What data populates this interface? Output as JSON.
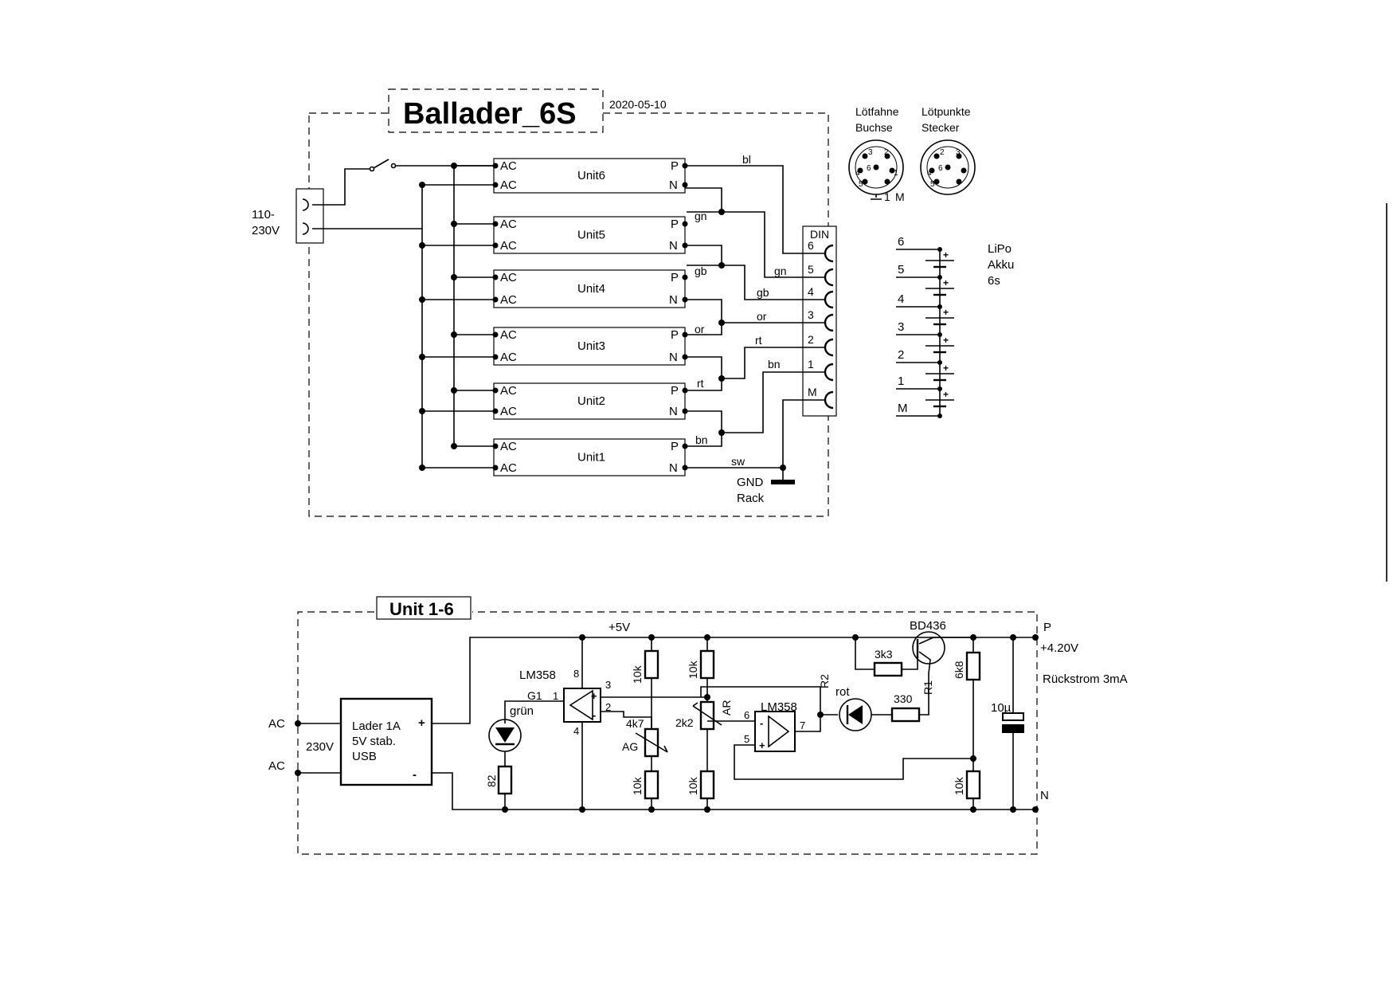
{
  "top": {
    "title": "Ballader_6S",
    "date": "2020-05-10",
    "mains_label_1": "110-",
    "mains_label_2": "230V",
    "units": [
      "Unit6",
      "Unit5",
      "Unit4",
      "Unit3",
      "Unit2",
      "Unit1"
    ],
    "pin_ac": "AC",
    "pin_p": "P",
    "pin_n": "N",
    "wire_colors": {
      "bl": "bl",
      "gn_a": "gn",
      "gn_b": "gn",
      "gb_a": "gb",
      "gb_b": "gb",
      "or_a": "or",
      "or_b": "or",
      "rt_a": "rt",
      "rt_b": "rt",
      "bn_a": "bn",
      "bn_b": "bn",
      "sw": "sw"
    },
    "din_title": "DIN",
    "din_pins": [
      "6",
      "5",
      "4",
      "3",
      "2",
      "1",
      "M"
    ],
    "gnd_1": "GND",
    "gnd_2": "Rack",
    "connector_left_1": "Lötfahne",
    "connector_left_2": "Buchse",
    "connector_right_1": "Lötpunkte",
    "connector_right_2": "Stecker",
    "connector_left_pins": [
      "3",
      "2",
      "6",
      "4",
      "5",
      "1",
      "1",
      "M"
    ],
    "connector_right_pins": [
      "2",
      "3",
      "6",
      "4",
      "5"
    ],
    "battery_label": [
      "LiPo",
      "Akku",
      "6s"
    ],
    "battery_taps": [
      "6",
      "5",
      "4",
      "3",
      "2",
      "1",
      "M"
    ],
    "plus": "+"
  },
  "unit": {
    "title": "Unit 1-6",
    "ac1": "AC",
    "ac2": "AC",
    "v230": "230V",
    "charger": [
      "Lader 1A",
      "5V stab.",
      "USB"
    ],
    "charger_plus": "+",
    "charger_minus": "-",
    "v5": "+5V",
    "opamp1": "LM358",
    "opamp1_pins": [
      "8",
      "3",
      "2",
      "4",
      "1"
    ],
    "g1": "G1",
    "led_green": "grün",
    "r82": "82",
    "r10k_a": "10k",
    "r4k7": "4k7",
    "ag": "AG",
    "r10k_b": "10k",
    "r10k_c": "10k",
    "r2k2": "2k2",
    "ar": "AR",
    "r10k_d": "10k",
    "opamp2": "LM358",
    "opamp2_pins": [
      "6",
      "5",
      "7"
    ],
    "minus_sign": "-",
    "plus_sign": "+",
    "r2": "R2",
    "led_red": "rot",
    "r3k3": "3k3",
    "r330": "330",
    "r1": "R1",
    "transistor": "BD436",
    "r6k8": "6k8",
    "r10k_e": "10k",
    "cap": "10µ",
    "out_p": "P",
    "out_v": "+4.20V",
    "reverse_current": "Rückstrom 3mA",
    "out_n": "N"
  }
}
